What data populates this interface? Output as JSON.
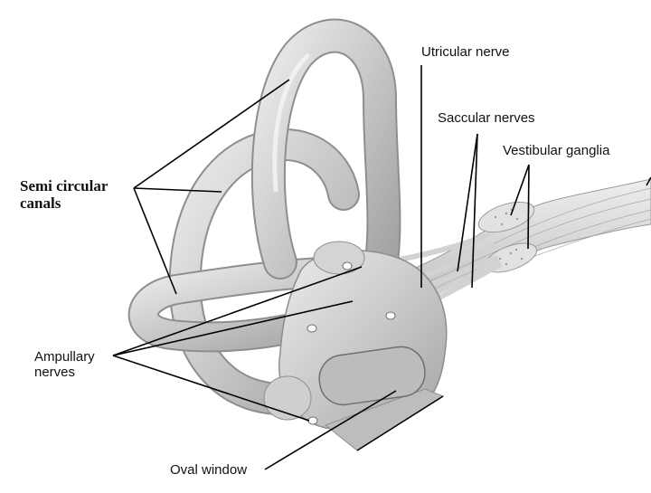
{
  "labels": {
    "utricular_nerve": "Utricular nerve",
    "saccular_nerves": "Saccular nerves",
    "vestibular_ganglia": "Vestibular ganglia",
    "semicircular_canals_line1": "Semi circular",
    "semicircular_canals_line2": "canals",
    "ampullary_nerves_line1": "Ampullary",
    "ampullary_nerves_line2": "nerves",
    "oval_window": "Oval window"
  },
  "colors": {
    "structure_fill": "#c9c9c9",
    "structure_highlight": "#ececec",
    "structure_shadow": "#8e8e8e",
    "nerve_fill": "#d8d8d8",
    "leader_line": "#000000",
    "label_text": "#111111"
  }
}
